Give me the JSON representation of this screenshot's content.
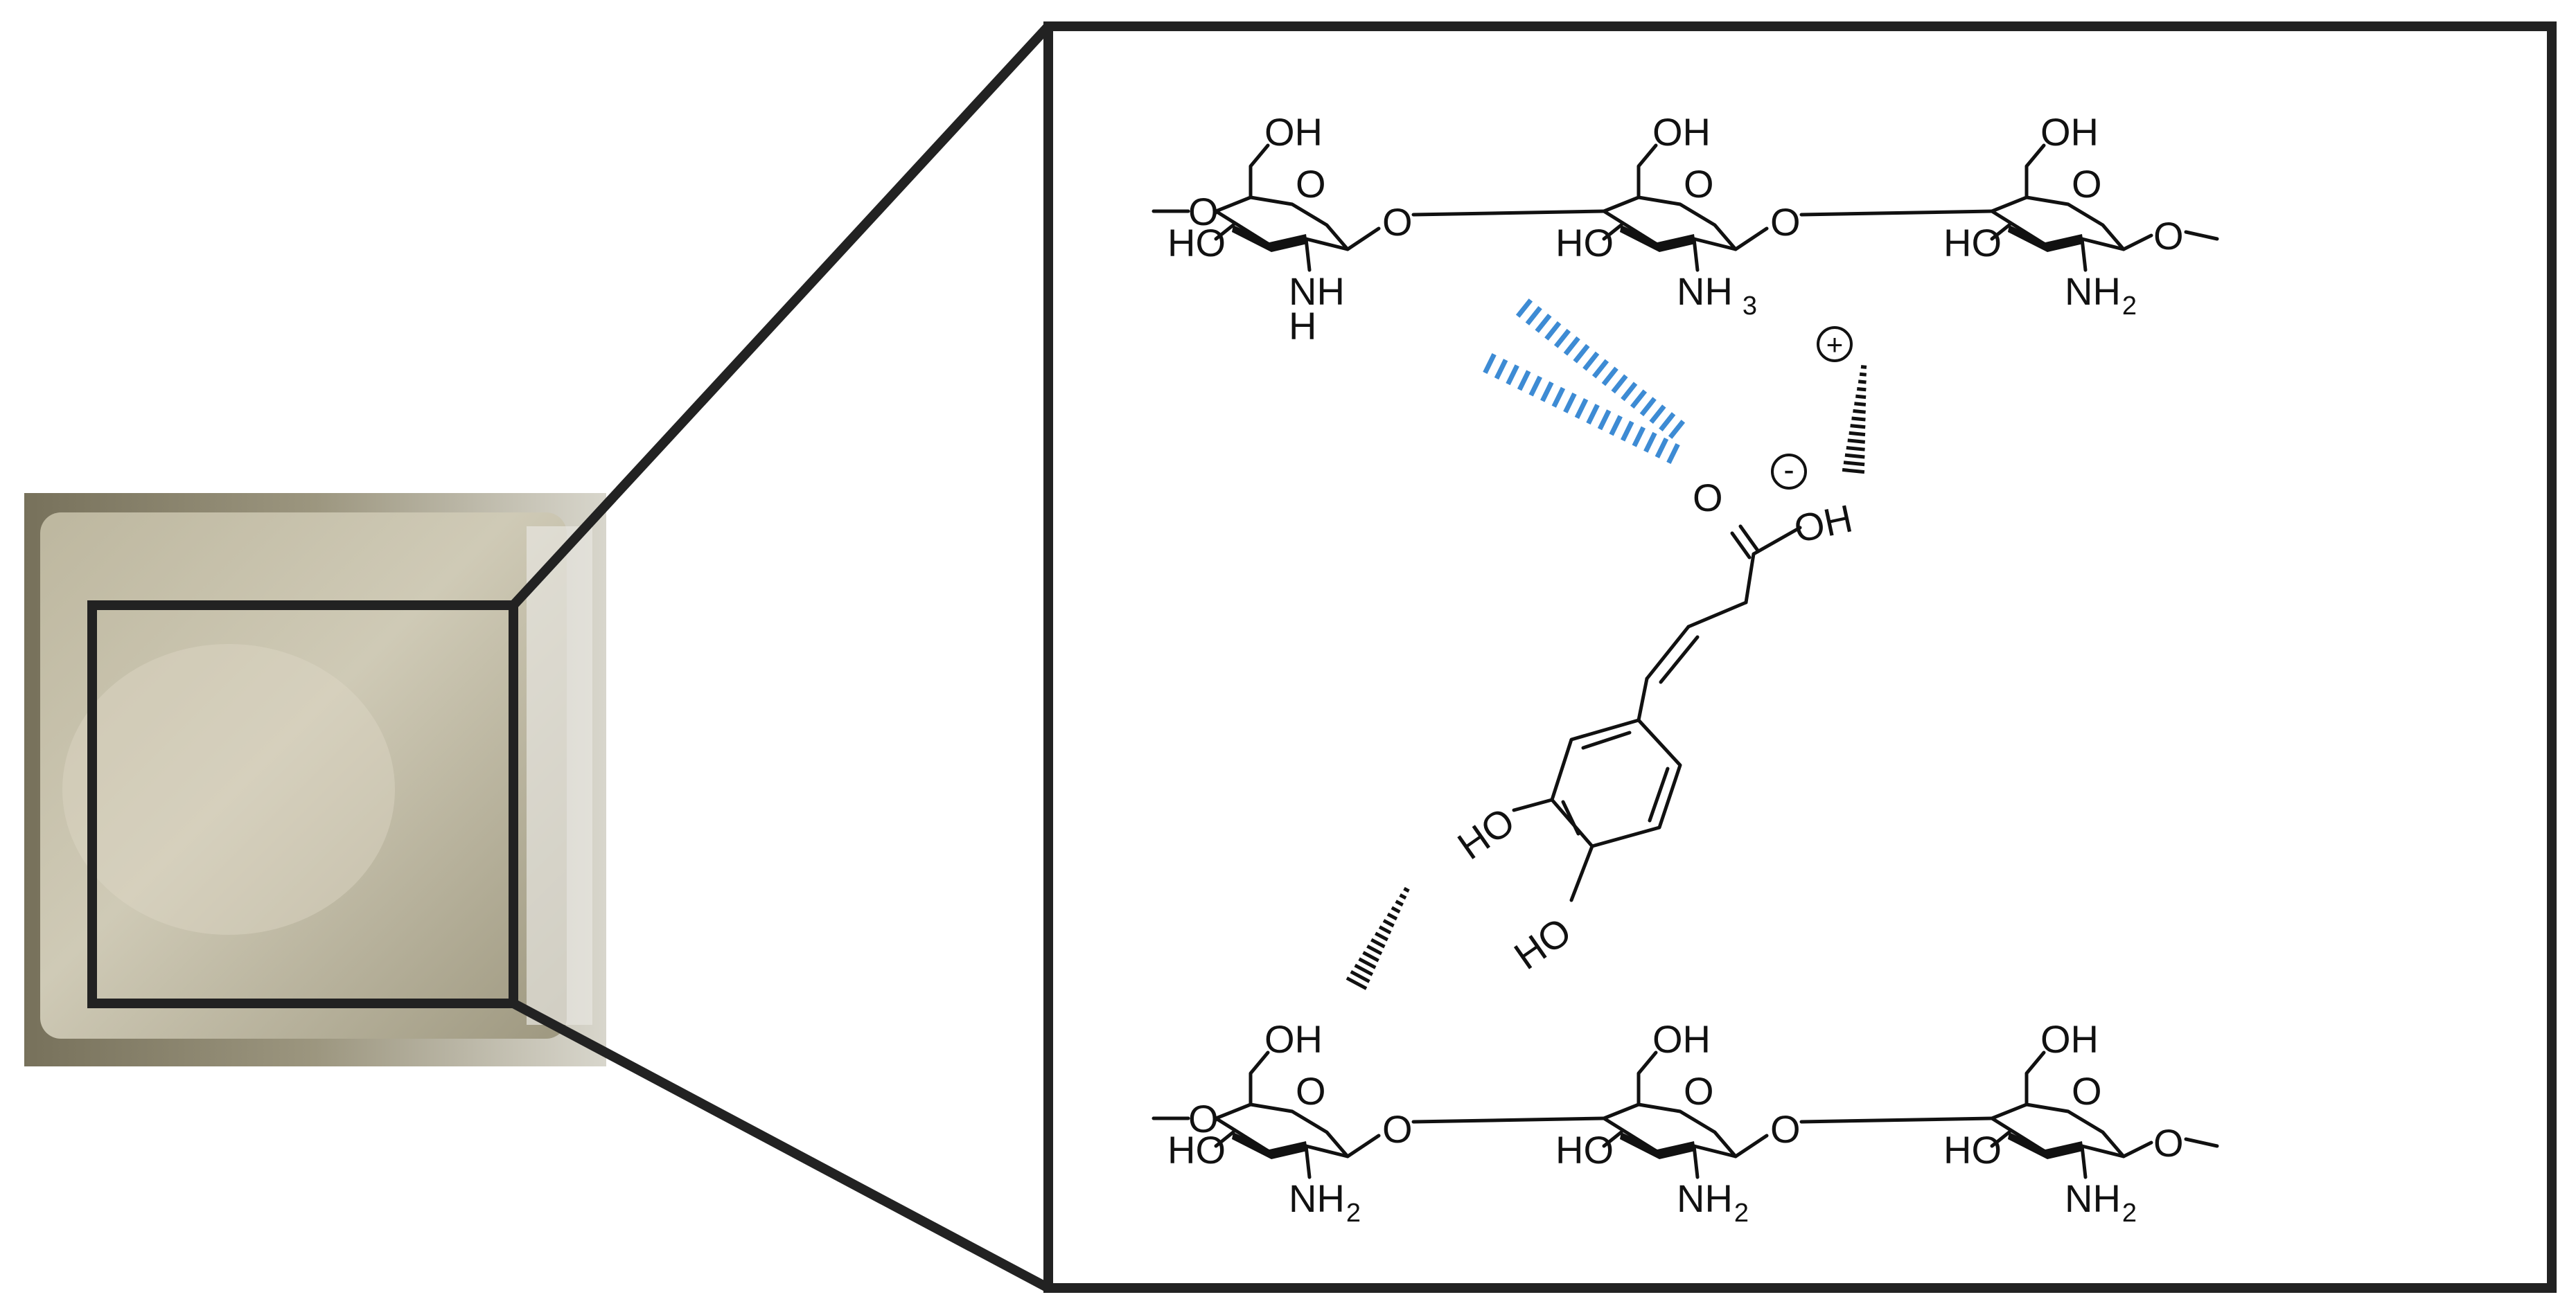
{
  "film_photo": {
    "tint": "#aaa48c",
    "highlight": "#d9d5c2",
    "edge": "#6f6a55"
  },
  "colors": {
    "frame": "#222222",
    "ionic_interaction": "#3d8bd4",
    "hydrogen_bond": "#111111"
  },
  "top_chain": {
    "rings": [
      {
        "oh": "OH",
        "ring_o": "O",
        "ho": "HO",
        "n": "NH",
        "n_h": "H",
        "n_sub": ""
      },
      {
        "oh": "OH",
        "ring_o": "O",
        "ho": "HO",
        "n": "NH",
        "n_h": "",
        "n_sub": "3"
      },
      {
        "oh": "OH",
        "ring_o": "O",
        "ho": "HO",
        "n": "NH",
        "n_h": "",
        "n_sub": "2"
      }
    ],
    "linkers": [
      "O",
      "O"
    ]
  },
  "bottom_chain": {
    "rings": [
      {
        "oh": "OH",
        "ring_o": "O",
        "ho": "HO",
        "n": "NH",
        "n_h": "",
        "n_sub": "2"
      },
      {
        "oh": "OH",
        "ring_o": "O",
        "ho": "HO",
        "n": "NH",
        "n_h": "",
        "n_sub": "2"
      },
      {
        "oh": "OH",
        "ring_o": "O",
        "ho": "HO",
        "n": "NH",
        "n_h": "",
        "n_sub": "2"
      }
    ],
    "linkers": [
      "O",
      "O"
    ]
  },
  "caffeic_acid": {
    "carbonyl_o": "O",
    "acid_oh": "OH",
    "ho_top": "HO",
    "ho_bottom": "HO"
  },
  "charges": {
    "plus": "+",
    "minus": "-"
  }
}
